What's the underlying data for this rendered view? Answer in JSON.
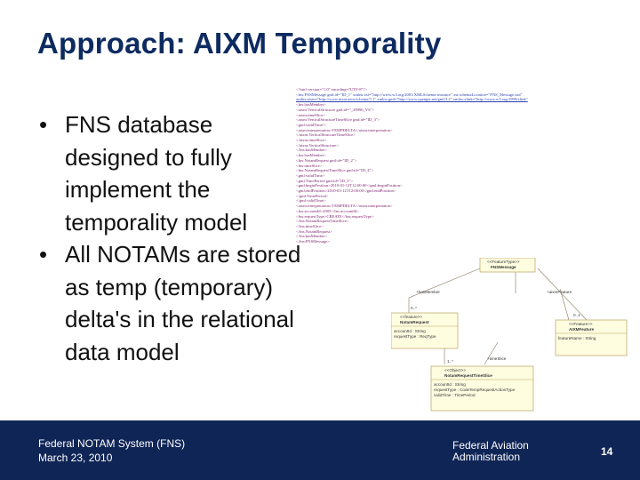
{
  "slide": {
    "title": "Approach: AIXM Temporality",
    "bullets": [
      "FNS database designed to fully implement the temporality model",
      "All NOTAMs are stored as temp (temporary) delta's in the relational data model"
    ],
    "bullet_glyph": "•"
  },
  "xml_excerpt": {
    "lines": [
      "<?xml version=\"1.0\" encoding=\"UTF-8\"?>",
      "<fns:FNSMessage gml:id=\"ID_1\" xmlns:xsi=\"http://www.w3.org/2001/XMLSchema-instance\" xsi:schemaLocation=\"FNS_Message.xsd\"",
      "xmlns:aixm=\"http://www.aixm.aero/schema/5.1\" xmlns:gml=\"http://www.opengis.net/gml/3.2\" xmlns:xlink=\"http://www.w3.org/1999/xlink\"",
      "  <fns:hasMember>",
      "    <aixm:VerticalStructure gml:id=\"_29996_VS\">",
      "      <aixm:timeSlice>",
      "        <aixm:VerticalStructureTimeSlice gml:id=\"ID_3\">",
      "          <gml:validTime/>",
      "          <aixm:interpretation>TEMPDELTA</aixm:interpretation>",
      "        </aixm:VerticalStructureTimeSlice>",
      "      </aixm:timeSlice>",
      "    </aixm:VerticalStructure>",
      "  </fns:hasMember>",
      "  <fns:hasMember>",
      "    <fns:NotamRequest gml:id=\"ID_2\">",
      "      <fns:timeSlice>",
      "        <fns:NotamRequestTimeSlice gml:id=\"ID_4\">",
      "          <gml:validTime>",
      "            <gml:TimePeriod gml:id=\"ID_5\">",
      "              <gml:beginPosition>2010-01-12T12:00:00</gml:beginPosition>",
      "              <gml:endPosition>2010-03-12T12:00:00</gml:endPosition>",
      "            </gml:TimePeriod>",
      "          </gml:validTime>",
      "          <aixm:interpretation>TEMPDELTA</aixm:interpretation>",
      "          <fns:accountId>2005</fns:accountId>",
      "          <fns:requestType>CREATE</fns:requestType>",
      "        </fns:NotamRequestTimeSlice>",
      "      </fns:timeSlice>",
      "    </fns:NotamRequest>",
      "  </fns:hasMember>",
      "</fns:FNSMessage>"
    ]
  },
  "uml_diagram": {
    "boxes": [
      {
        "stereotype": "<<FeatureType>>",
        "name": "FNSMessage"
      },
      {
        "stereotype": "<<feature>>",
        "name": "NotamRequest",
        "attrs": [
          "accountId : String",
          "requestType : ReqType"
        ]
      },
      {
        "stereotype": "<<Object>>",
        "name": "NotamRequestTimeSlice",
        "attrs": [
          "accountId : String",
          "requestType : CodeTempRequestActionType",
          "validTime : TimePeriod"
        ]
      },
      {
        "stereotype": "<<Feature>>",
        "name": "AIXMFeature",
        "attrs": [
          "featureName : String"
        ]
      }
    ],
    "labels": [
      "+hasMember",
      "+timeSlice",
      "0..*",
      "1..*",
      "0..1",
      "+aixmFeature"
    ]
  },
  "footer": {
    "org": "Federal NOTAM System (FNS)",
    "date": "March 23, 2010",
    "agency_line1": "Federal Aviation",
    "agency_line2": "Administration",
    "page_number": "14"
  },
  "colors": {
    "title": "#0d2b60",
    "footer_bg": "#0f2556",
    "uml_box_fill": "#fffde0",
    "uml_box_border": "#b8a060"
  }
}
